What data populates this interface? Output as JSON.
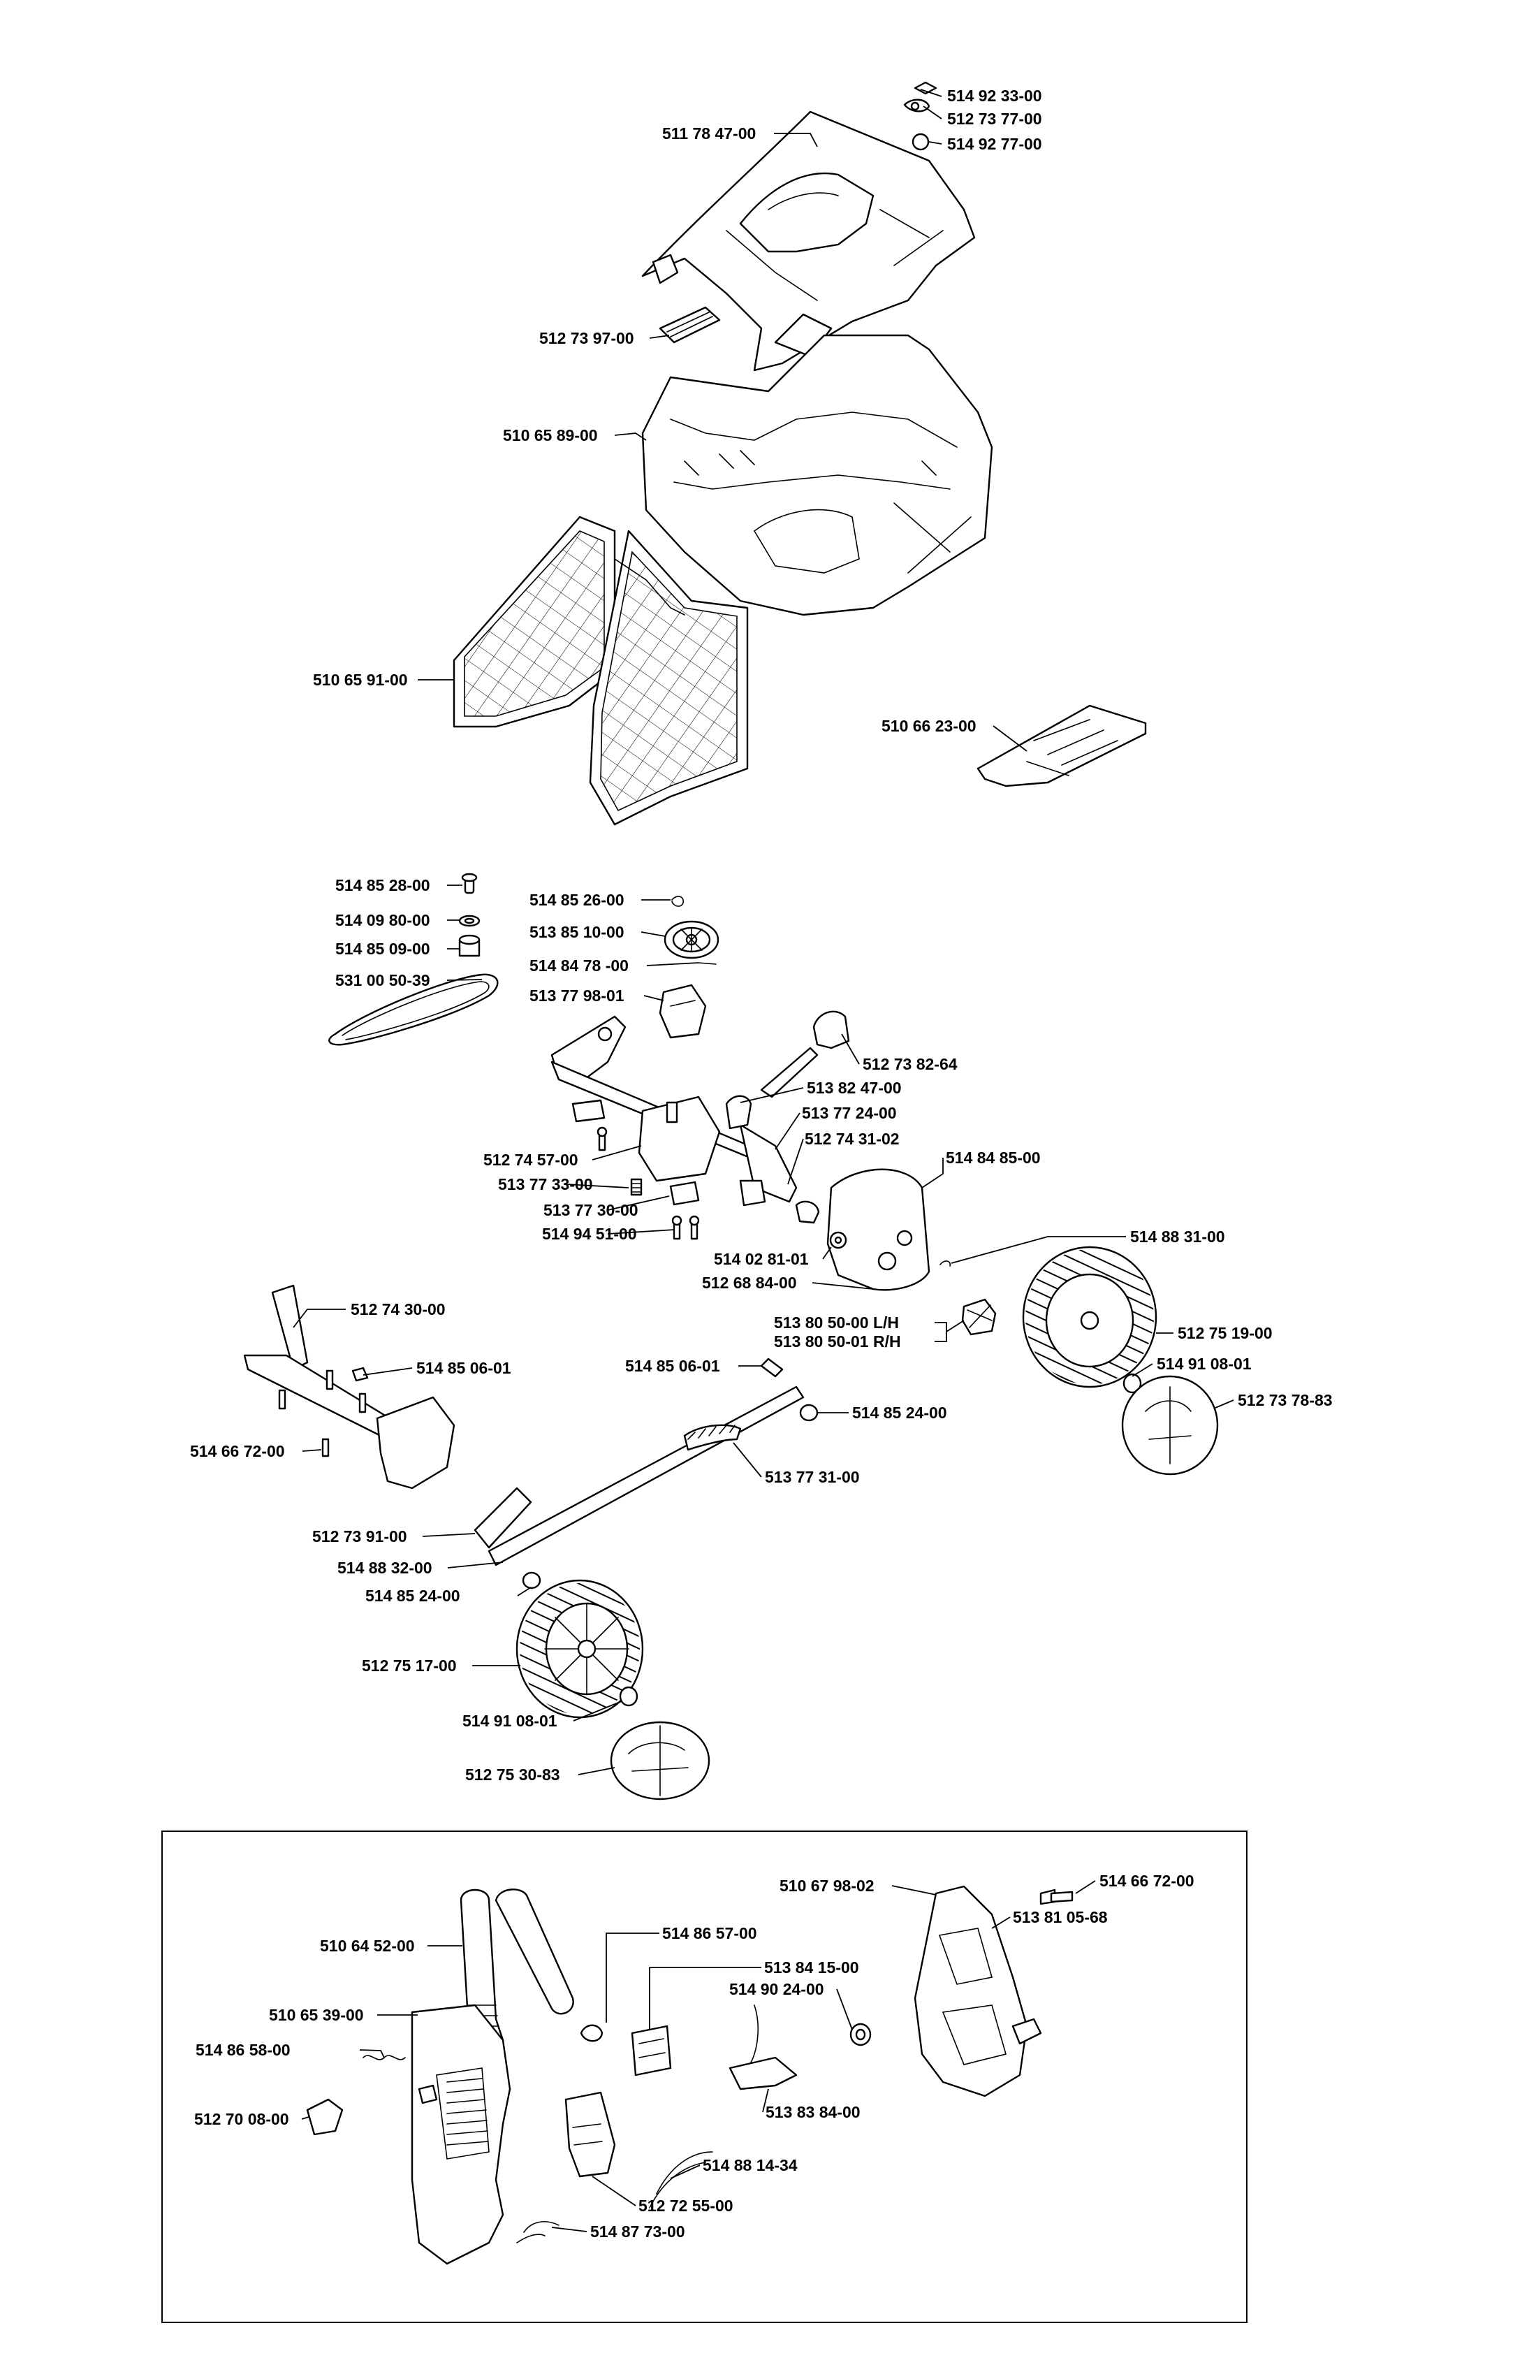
{
  "callouts": [
    {
      "id": "c01",
      "text": "514 92 33-00"
    },
    {
      "id": "c02",
      "text": "512 73 77-00"
    },
    {
      "id": "c03",
      "text": "514 92 77-00"
    },
    {
      "id": "c04",
      "text": "511 78 47-00"
    },
    {
      "id": "c05",
      "text": "512 73 97-00"
    },
    {
      "id": "c06",
      "text": "510 65 89-00"
    },
    {
      "id": "c07",
      "text": "510 65 91-00"
    },
    {
      "id": "c08",
      "text": "510 66 23-00"
    },
    {
      "id": "c09",
      "text": "514 85 28-00"
    },
    {
      "id": "c10",
      "text": "514 09 80-00"
    },
    {
      "id": "c11",
      "text": "514 85 09-00"
    },
    {
      "id": "c12",
      "text": "531 00 50-39"
    },
    {
      "id": "c13",
      "text": "514 85 26-00"
    },
    {
      "id": "c14",
      "text": "513 85 10-00"
    },
    {
      "id": "c15",
      "text": "514 84 78 -00"
    },
    {
      "id": "c16",
      "text": "513 77 98-01"
    },
    {
      "id": "c17",
      "text": "512 73 82-64"
    },
    {
      "id": "c18",
      "text": "513 82 47-00"
    },
    {
      "id": "c19",
      "text": "513 77 24-00"
    },
    {
      "id": "c20",
      "text": "512 74 31-02"
    },
    {
      "id": "c21",
      "text": "512 74 57-00"
    },
    {
      "id": "c22",
      "text": "513 77 33-00"
    },
    {
      "id": "c23",
      "text": "513 77 30-00"
    },
    {
      "id": "c24",
      "text": "514 94 51-00"
    },
    {
      "id": "c25",
      "text": "514 84 85-00"
    },
    {
      "id": "c26",
      "text": "514 02 81-01"
    },
    {
      "id": "c27",
      "text": "512 68 84-00"
    },
    {
      "id": "c28",
      "text": "514 88 31-00"
    },
    {
      "id": "c29",
      "text": "512 74 30-00"
    },
    {
      "id": "c30",
      "text": "514 85 06-01"
    },
    {
      "id": "c31",
      "text": "514 66 72-00"
    },
    {
      "id": "c32",
      "text": "514 85 06-01"
    },
    {
      "id": "c33",
      "text": "513 80 50-00 L/H"
    },
    {
      "id": "c34",
      "text": "513 80 50-01 R/H"
    },
    {
      "id": "c35",
      "text": "512 75 19-00"
    },
    {
      "id": "c36",
      "text": "514 91 08-01"
    },
    {
      "id": "c37",
      "text": "512 73 78-83"
    },
    {
      "id": "c38",
      "text": "514 85 24-00"
    },
    {
      "id": "c39",
      "text": "513 77 31-00"
    },
    {
      "id": "c40",
      "text": "512 73 91-00"
    },
    {
      "id": "c41",
      "text": "514 88 32-00"
    },
    {
      "id": "c42",
      "text": "514 85 24-00"
    },
    {
      "id": "c43",
      "text": "512 75 17-00"
    },
    {
      "id": "c44",
      "text": "514 91 08-01"
    },
    {
      "id": "c45",
      "text": "512 75 30-83"
    },
    {
      "id": "c46",
      "text": "510 67 98-02"
    },
    {
      "id": "c47",
      "text": "514 66 72-00"
    },
    {
      "id": "c48",
      "text": "513 81 05-68"
    },
    {
      "id": "c49",
      "text": "510 64 52-00"
    },
    {
      "id": "c50",
      "text": "514 86 57-00"
    },
    {
      "id": "c51",
      "text": "513 84 15-00"
    },
    {
      "id": "c52",
      "text": "514 90 24-00"
    },
    {
      "id": "c53",
      "text": "510 65 39-00"
    },
    {
      "id": "c54",
      "text": "514 86 58-00"
    },
    {
      "id": "c55",
      "text": "513 83 84-00"
    },
    {
      "id": "c56",
      "text": "512 70 08-00"
    },
    {
      "id": "c57",
      "text": "514 88 14-34"
    },
    {
      "id": "c58",
      "text": "512 72 55-00"
    },
    {
      "id": "c59",
      "text": "514 87 73-00"
    }
  ]
}
